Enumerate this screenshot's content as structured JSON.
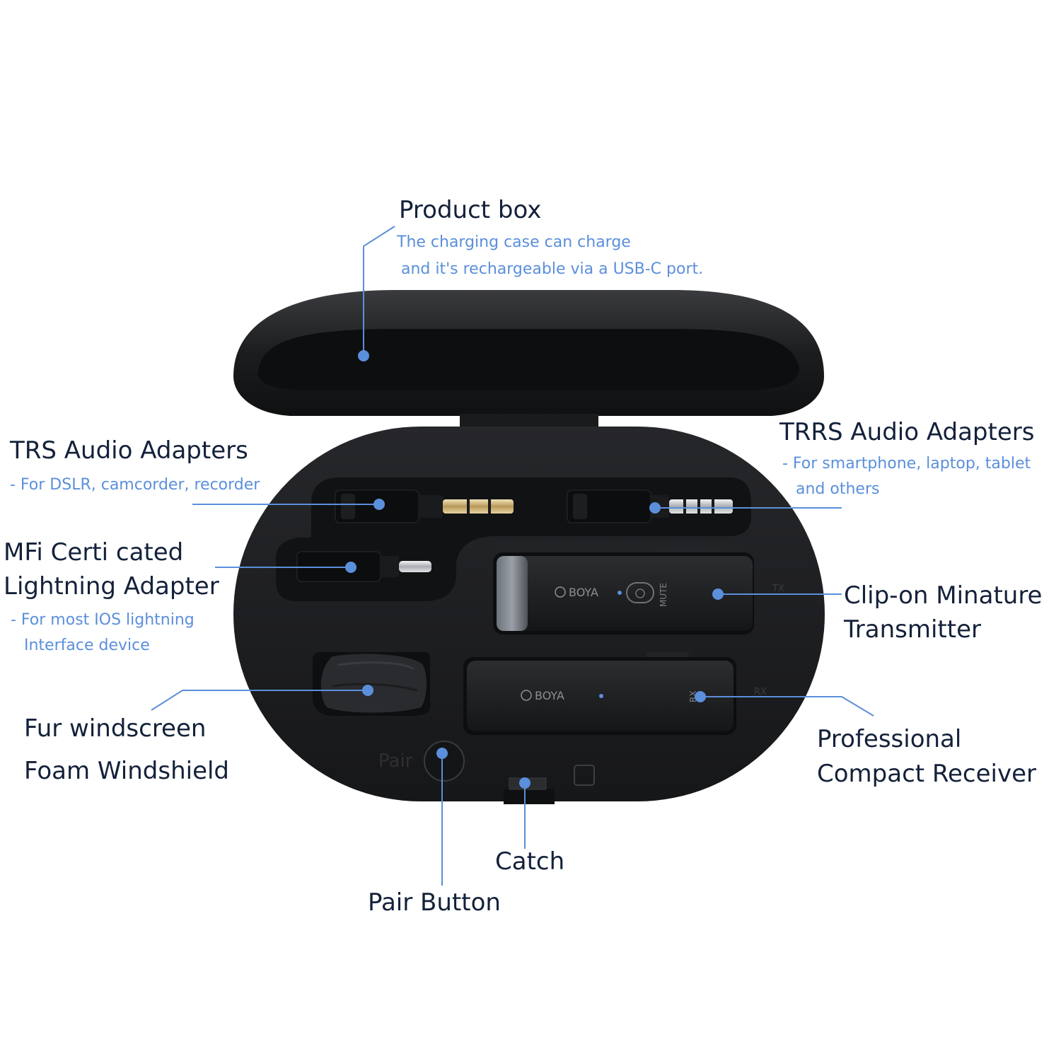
{
  "colors": {
    "accent": "#5b8fdb",
    "label_text": "#14213a",
    "case_black": "#1b1c1e",
    "background": "#ffffff"
  },
  "device_text": {
    "brand_tx": "BOYA",
    "brand_rx": "BOYA",
    "mute": "MUTE",
    "tx": "TX",
    "rx_side": "RX",
    "rx_top": "RX",
    "pair_embossed": "Pair"
  },
  "labels": {
    "product_box": {
      "title": "Product box",
      "line1": "The charging case can charge",
      "line2": "and it's rechargeable via a USB-C port."
    },
    "trs": {
      "title": "TRS Audio Adapters",
      "sub": "- For DSLR, camcorder, recorder"
    },
    "trrs": {
      "title": "TRRS Audio Adapters",
      "line1": "- For smartphone, laptop, tablet",
      "line2": "and others"
    },
    "mfi": {
      "title1": "MFi Certi cated",
      "title2": "Lightning Adapter",
      "line1": "- For most IOS lightning",
      "line2": "Interface device"
    },
    "transmitter": {
      "title1": "Clip-on Minature",
      "title2": "Transmitter"
    },
    "windscreen": {
      "title1": "Fur windscreen",
      "title2": "Foam Windshield"
    },
    "receiver": {
      "title1": "Professional",
      "title2": "Compact Receiver"
    },
    "catch": {
      "title": "Catch"
    },
    "pair_button": {
      "title": "Pair Button"
    }
  }
}
